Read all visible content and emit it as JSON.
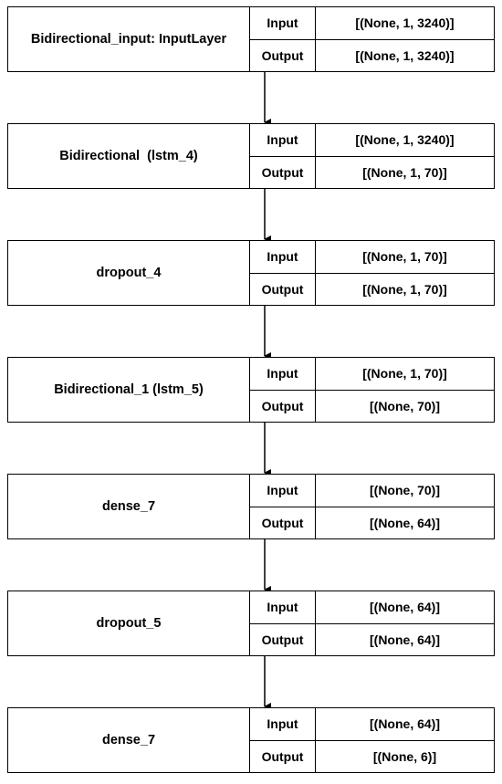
{
  "io_labels": {
    "input": "Input",
    "output": "Output"
  },
  "layers": [
    {
      "name": "Bidirectional_input: InputLayer",
      "input": "[(None, 1, 3240)]",
      "output": "[(None, 1, 3240)]"
    },
    {
      "name": "Bidirectional  (lstm_4)",
      "input": "[(None, 1, 3240)]",
      "output": "[(None, 1, 70)]"
    },
    {
      "name": "dropout_4",
      "input": "[(None, 1, 70)]",
      "output": "[(None, 1, 70)]"
    },
    {
      "name": "Bidirectional_1 (lstm_5)",
      "input": "[(None, 1, 70)]",
      "output": "[(None, 70)]"
    },
    {
      "name": "dense_7",
      "input": "[(None, 70)]",
      "output": "[(None, 64)]"
    },
    {
      "name": "dropout_5",
      "input": "[(None, 64)]",
      "output": "[(None, 64)]"
    },
    {
      "name": "dense_7",
      "input": "[(None, 64)]",
      "output": "[(None, 6)]"
    }
  ]
}
